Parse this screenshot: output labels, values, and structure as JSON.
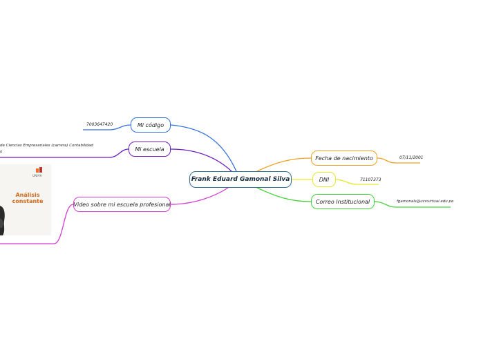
{
  "central": {
    "label": "Frank Eduard Gamonal Silva"
  },
  "branches": {
    "codigo": {
      "label": "Mi código",
      "color": "#2f6fe0",
      "leaf": "7003647420"
    },
    "escuela": {
      "label": "Mi escuela",
      "color": "#6a1bc4",
      "leaf_line1": "de Ciencias Empresariales (carrera) Contabilidad",
      "leaf_line2": "o"
    },
    "video": {
      "label": "Video sobre mi escuela profesional",
      "color": "#d63ad0",
      "thumbnail": {
        "caption": "Análisis constante",
        "logo_text": "UNIVA",
        "logo_colors": [
          "#e8702a",
          "#c0392b"
        ]
      }
    },
    "nacimiento": {
      "label": "Fecha de nacimiento",
      "color": "#f0a020",
      "leaf": "07/11/2001"
    },
    "dni": {
      "label": "DNI",
      "color": "#e7e72a",
      "leaf": "71107373"
    },
    "correo": {
      "label": "Correo Institucional",
      "color": "#43d23a",
      "leaf": "fgamonals@ucvvirtual.edu.pe"
    }
  }
}
